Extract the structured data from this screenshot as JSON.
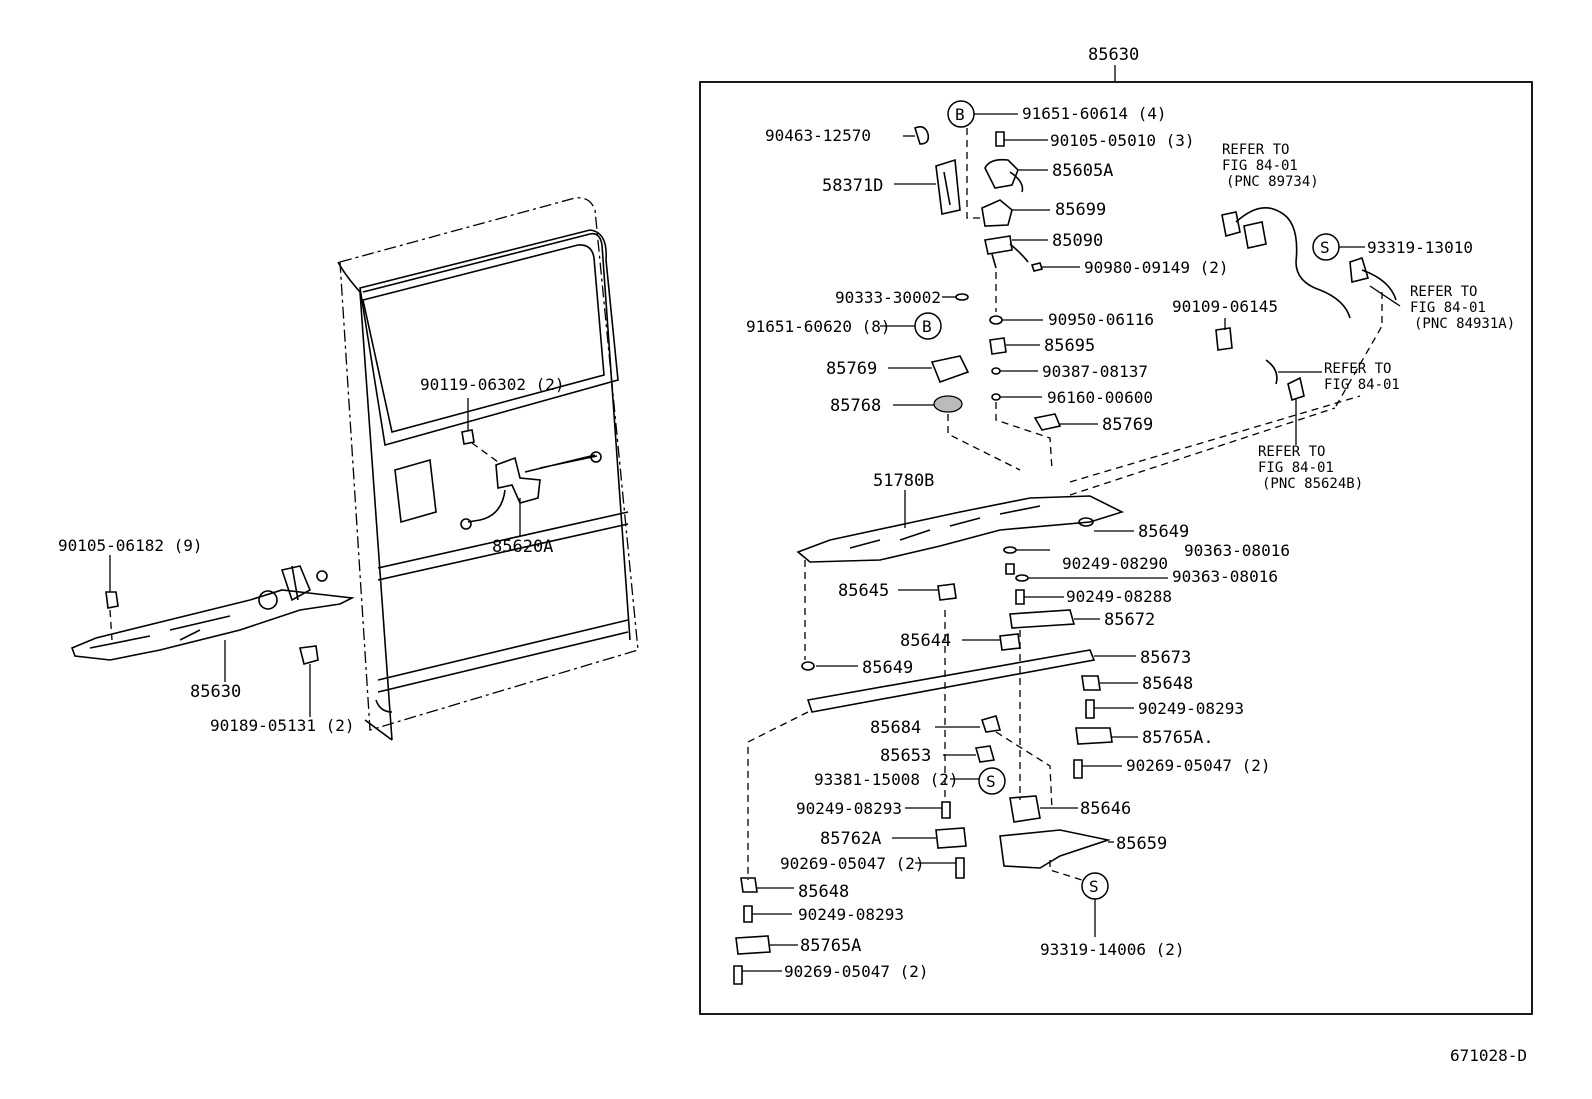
{
  "header": {
    "assembly": "85630"
  },
  "footer": {
    "figure_code": "671028-D"
  },
  "callouts": {
    "b1": "B",
    "b2": "B",
    "s1": "S",
    "s2": "S",
    "s3": "S"
  },
  "left_assembly": {
    "p90119": "90119-06302 (2)",
    "p85620A": "85620A",
    "p90105_06182": "90105-06182 (9)",
    "p85630": "85630",
    "p90189": "90189-05131 (2)"
  },
  "parts": {
    "p91651_60614": "91651-60614 (4)",
    "p90463": "90463-12570",
    "p90105_05010": "90105-05010 (3)",
    "p85605A": "85605A",
    "p58371D": "58371D",
    "p85699": "85699",
    "p85090": "85090",
    "p90980": "90980-09149 (2)",
    "p90333": "90333-30002",
    "p91651_60620": "91651-60620 (8)",
    "p90950": "90950-06116",
    "p85695": "85695",
    "p85769a": "85769",
    "p90387": "90387-08137",
    "p85768": "85768",
    "p96160": "96160-00600",
    "p85769b": "85769",
    "p51780B": "51780B",
    "p85649a": "85649",
    "p90363a": "90363-08016",
    "p90249_08290": "90249-08290",
    "p90363b": "90363-08016",
    "p85645": "85645",
    "p90249_08288": "90249-08288",
    "p85672": "85672",
    "p85644": "85644",
    "p85673": "85673",
    "p85649b": "85649",
    "p85648a": "85648",
    "p90249_08293a": "90249-08293",
    "p85684": "85684",
    "p85765Aa": "85765A.",
    "p85653": "85653",
    "p90269a": "90269-05047 (2)",
    "p93381": "93381-15008 (2)",
    "p90249_08293b": "90249-08293",
    "p85646": "85646",
    "p85762A": "85762A",
    "p85659": "85659",
    "p90269b": "90269-05047 (2)",
    "p85648b": "85648",
    "p90249_08293c": "90249-08293",
    "p85765Ab": "85765A",
    "p90269c": "90269-05047 (2)",
    "p93319_14006": "93319-14006 (2)",
    "p93319_13010": "93319-13010",
    "p90109": "90109-06145"
  },
  "refers": {
    "r1": [
      "REFER TO",
      "FIG 84-01",
      "(PNC 89734)"
    ],
    "r2": [
      "REFER TO",
      "FIG 84-01",
      "(PNC 84931A)"
    ],
    "r3": [
      "REFER TO",
      "FIG 84-01"
    ],
    "r4": [
      "REFER TO",
      "FIG 84-01",
      "(PNC 85624B)"
    ]
  }
}
